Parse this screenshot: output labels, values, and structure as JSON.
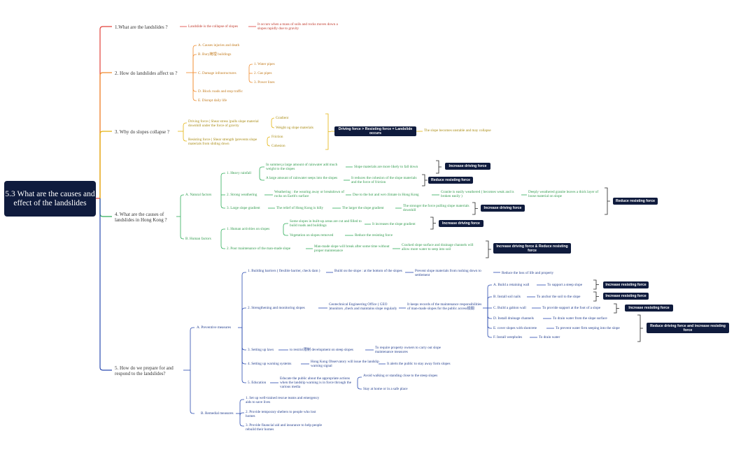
{
  "root": {
    "label": "5.3 What are the causes and effect of the landslides"
  },
  "colors": {
    "q1": "#e2403a",
    "q2": "#f08a2b",
    "q3": "#e4b40e",
    "q4": "#2fae5a",
    "q5": "#2a4bb0",
    "box": "#0f1b3d"
  },
  "q1": {
    "label": "1.What are the landslides ?",
    "def": "Landslide is the collapse of slopes",
    "desc": "It occurs when a mass of soils and rocks moves down a slopes rapidly due to gravity"
  },
  "q2": {
    "label": "2. How do landslides affect us ?",
    "a": "A. Causes injuries and death",
    "b": "B. Bury掩埋 buildings",
    "c": "C. Damage infrastructures",
    "c1": "1. Water pipes",
    "c2": "2. Gas pipes",
    "c3": "3. Power lines",
    "d": "D. Block roads and stop traffic",
    "e": "E. Disrupt daily life"
  },
  "q3": {
    "label": "3. Why do slopes collapse ?",
    "driving": "Driving force ( Shear stress )pulls slope material downhill under the force of gravity",
    "gradient": "Gradient",
    "weight": "Weight og slope materials",
    "resisting": "Resisting force ( Shear strength )prevents slope materials from sliding down",
    "friction": "Friction",
    "cohesion": "Cohesion",
    "box": "Driving force > Resisting force = Landslide occurs",
    "result": "The slope becomes unstable and may collapse"
  },
  "q4": {
    "label": "4. What are the causes of landslides in Hong Kong ?",
    "natural": "A. Natural factors",
    "rain": "1. Heavy rainfall",
    "rain1": "In summer,a large amount of rainwater add much weight to the slopes",
    "rain1r": "Slope materials are more likely to fall down",
    "rain2": "A large amount of rainwater seeps into the slopes",
    "rain2r": "It reduces the cohesion of the slope materials and the force of friction",
    "box_idf": "Increase driving force",
    "box_rrf": "Reduce resisting force",
    "weather": "2. Strong weathering",
    "weather1": "Weathering : the wearing away or breakdown of rocks on Earth's surface",
    "weather2": "Due to the hot and wet climate in Hong Kong",
    "weather3": "Granite is easily weathered ( becomes weak and is broken easily )",
    "weather4": "Deeply weathered granite leaves a thick layer of loose material on slope",
    "box_rrf2": "Reduce resisting force",
    "gradient": "3. Large slope gradient",
    "grad1": "The relief of Hong Kong is hilly",
    "grad2": "The larger the slope gradient",
    "grad3": "The stronger the force pulling slope materials downhill",
    "box_idf2": "Increase driving force",
    "human": "B. Human factors",
    "act": "1. Human activities on slopes",
    "act1": "Some slopes in built-up areas are cut and filled to build roads and buildings",
    "act1r": "It increases the slope gradient",
    "box_idf3": "Increase driving force",
    "act2": "Vegetation on slopes removed",
    "act2r": "Reduce the resisting force",
    "maint": "2. Poor maintenance of the man-made slope",
    "maint1": "Man-made slope will break after some time without proper maintenance",
    "maint2": "Cracked slope surface and drainage channels will allow more water to seep into soil",
    "box_both": "Increase driving force & Reduce resisting force"
  },
  "q5": {
    "label": "5. How do we prepare for and respond to the landslides?",
    "prev": "A. Preventive measures",
    "p1": "1. Building barriers ( flexible barrier, check dam )",
    "p1a": "Build on the slope : at the bottom of the slopes",
    "p1b": "Prevent slope materials from rushing down to settlement",
    "p1c": "Reduce the loss of life and property",
    "p2": "2. Strengthening and monitoring slopes",
    "p2a": "Geotechnical Engineering Office ( GEO )monitors ,check and maintains slope regularly",
    "p2b": "It keeps records of the maintenance responsibilities of man-made slopes for the public access檢閱",
    "s1": "A. Build a retaining wall",
    "s1r": "To support a steep slope",
    "s1b": "Increase resisting force",
    "s2": "B. Install soil nails",
    "s2r": "To anchor the soil to the slope",
    "s2b": "Increase resisting force",
    "s3": "C. Build a gabion wall",
    "s3r": "To provide support at the foot of a slope",
    "s3b": "Increase resisting force",
    "s4": "D. Install drainage channels",
    "s4r": "To drain water from the slope surface",
    "s5": "E. cover slopes with shotcrete",
    "s5r": "To prevent water firm seeping into the slope",
    "s6": "F. Install weepholes",
    "s6r": "To drain water",
    "sbox": "Reduce driving force and increase resisting force",
    "p3": "3. Setting up laws",
    "p3a": "to restrict限制 development on steep slopes",
    "p3b": "To require property owners to carry out slope maintenance measures",
    "p4": "4. Setting up warning systems",
    "p4a": "Hong Kong Observatory will issue the landslip warning signal",
    "p4b": "It alerts the public to stay away form slopes",
    "p5": "5. Education",
    "p5a": "Educate the public about the appropriate actions when the landslip warning is in force through the various media",
    "p5b": "Avoid walking or standing close to the steep slopes",
    "p5c": "Stay at home or in a safe place",
    "rem": "B. Remedial measures",
    "r1": "1. Set up well-trained rescue teams and emergency aids to save lives",
    "r2": "2. Provide temporary shelters to people who lost homes",
    "r3": "3. Provide financial aid and insurance to help people rebuild their homes"
  }
}
